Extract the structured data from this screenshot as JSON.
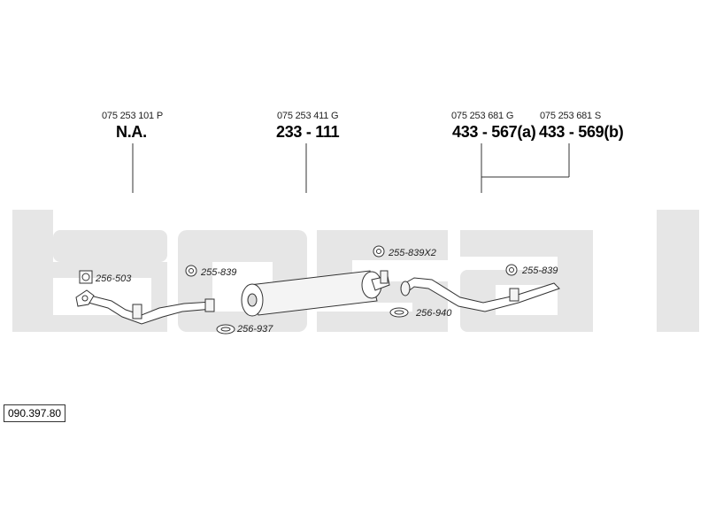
{
  "groups": [
    {
      "ref": "075 253 101 P",
      "part": "N.A."
    },
    {
      "ref": "075 253 411 G",
      "part": "233 - 111"
    },
    {
      "ref": "075 253 681 G",
      "part": "433 - 567(a)"
    },
    {
      "ref": "075 253 681 S",
      "part": "433 - 569(b)"
    }
  ],
  "callouts": {
    "clamp_front": "256-503",
    "hanger_front": "255-839",
    "gasket_front": "256-937",
    "hanger_mid": "255-839X2",
    "gasket_rear": "256-940",
    "hanger_rear": "255-839"
  },
  "watermark": "bosal",
  "catalog_number": "090.397.80",
  "colors": {
    "line": "#333333",
    "watermark": "#e6e6e6",
    "part_fill": "#f4f4f4"
  }
}
